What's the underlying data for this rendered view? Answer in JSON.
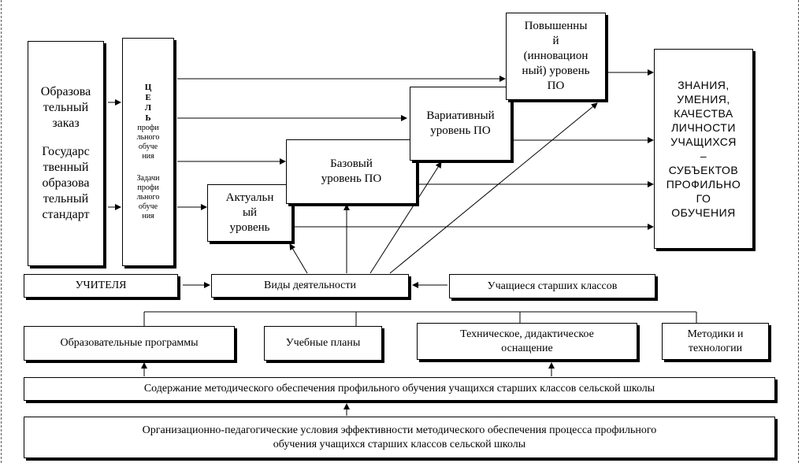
{
  "diagram": {
    "order_box": {
      "lines_top": [
        "Образова",
        "тельный",
        "заказ"
      ],
      "lines_bottom": [
        "Государс",
        "твенный",
        "образова",
        "тельный",
        "стандарт"
      ]
    },
    "goal_box": {
      "letters": [
        "Ц",
        "Е",
        "Л",
        "Ь"
      ],
      "goal_lines": [
        "профи",
        "льного",
        "обуче",
        "ния"
      ],
      "tasks_lines": [
        "Задачи",
        "профи",
        "льного",
        "обуче",
        "ния"
      ]
    },
    "actual_level": [
      "Актуальн",
      "ый",
      "уровень"
    ],
    "base_level": [
      "Базовый",
      "уровень ПО"
    ],
    "variative_level": [
      "Вариативный",
      "уровень ПО"
    ],
    "advanced_level": [
      "Повышенны",
      "й",
      "(инновацион",
      "ный) уровень",
      "ПО"
    ],
    "result_box": [
      "ЗНАНИЯ,",
      "УМЕНИЯ,",
      "КАЧЕСТВА",
      "ЛИЧНОСТИ",
      "УЧАЩИХСЯ",
      "–",
      "СУБЪЕКТОВ",
      "ПРОФИЛЬНО",
      "ГО",
      "ОБУЧЕНИЯ"
    ],
    "teachers": "УЧИТЕЛЯ",
    "activities": "Виды деятельности",
    "students": "Учащиеся старших классов",
    "programs": "Образовательные программы",
    "curricula": "Учебные планы",
    "equipment": [
      "Техническое, дидактическое",
      "оснащение"
    ],
    "methods": [
      "Методики и",
      "технологии"
    ],
    "content": "Содержание методического обеспечения профильного обучения учащихся старших классов сельской школы",
    "conditions": [
      "Организационно-педагогические условия эффективности методического обеспечения процесса профильного",
      "обучения учащихся старших классов сельской школы"
    ]
  }
}
